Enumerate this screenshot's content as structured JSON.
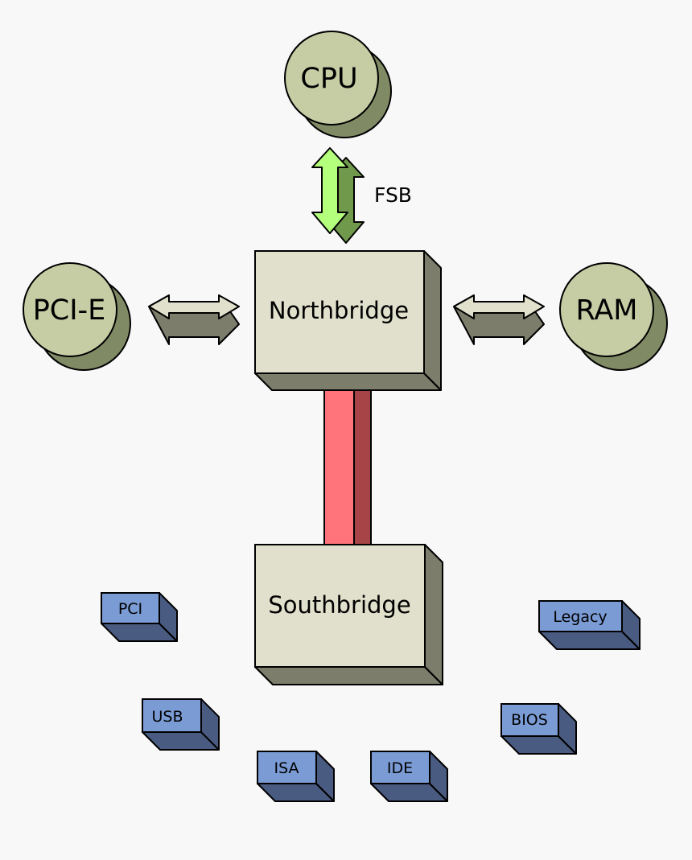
{
  "diagram": {
    "cpu": "CPU",
    "fsb": "FSB",
    "pcie": "PCI-E",
    "ram": "RAM",
    "northbridge": "Northbridge",
    "southbridge": "Southbridge",
    "peripherals": {
      "pci": "PCI",
      "usb": "USB",
      "isa": "ISA",
      "ide": "IDE",
      "bios": "BIOS",
      "legacy": "Legacy"
    }
  },
  "colors": {
    "background": "#f8f8f8",
    "circle_front": "#c6cca4",
    "circle_back": "#808a65",
    "block_front": "#e0e0cc",
    "block_side": "#7d7d6c",
    "fsb_light": "#b4ff7c",
    "fsb_dark": "#70994c",
    "link_red": "#ff737a",
    "link_red_dark": "#a64448",
    "chip_front": "#7a9bd4",
    "chip_side": "#4a5b82"
  }
}
